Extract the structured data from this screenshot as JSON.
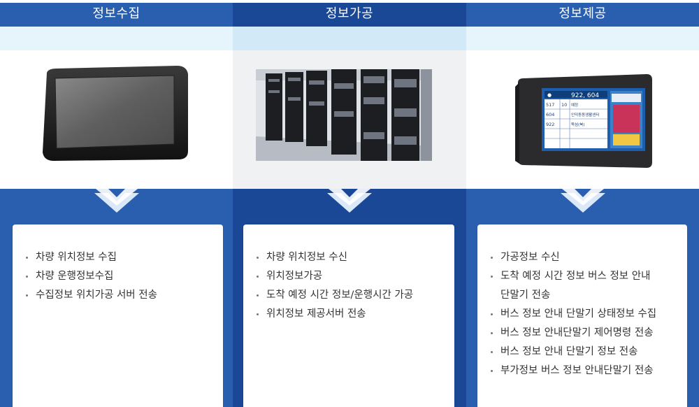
{
  "columns": [
    {
      "title": "정보수집",
      "image": "tablet-device-image",
      "items": [
        "차량 위치정보 수집",
        "차량 운행정보수집",
        "수집정보 위치가공 서버 전송"
      ]
    },
    {
      "title": "정보가공",
      "image": "server-rack-image",
      "items": [
        "차량 위치정보 수신",
        "위치정보가공",
        "도착 예정 시간 정보/운행시간 가공",
        "위치정보 제공서버 전송"
      ]
    },
    {
      "title": "정보제공",
      "image": "bus-info-terminal-image",
      "items": [
        "가공정보 수신",
        "도착 예정 시간 정보 버스 정보 안내",
        "단말기 전송",
        "버스 정보 안내 단말기 상태정보 수집",
        "버스 정보 안내단말기 제어명령 전송",
        "버스 정보 안내 단말기 정보 전송",
        "부가정보 버스 정보 안내단말기 전송"
      ]
    }
  ],
  "terminal_screen": {
    "number": "922, 604",
    "rows": [
      [
        "517",
        "10"
      ],
      [
        "604",
        ""
      ],
      [
        "922",
        ""
      ]
    ],
    "notes": [
      "예정",
      "인덕동동생활센터",
      "뚝섬(북)"
    ]
  },
  "colors": {
    "header": "#2a5faf",
    "header_mid": "#1a4796",
    "band": "#e6f4fc",
    "band_mid": "#d2e9f7"
  }
}
